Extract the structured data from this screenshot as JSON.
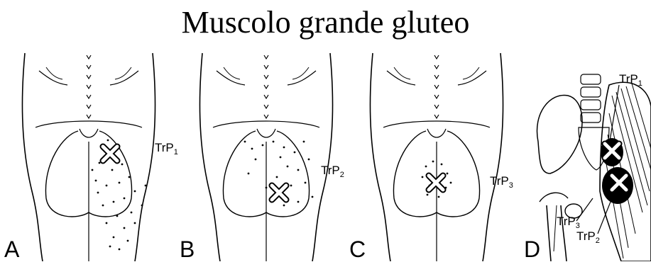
{
  "title": "Muscolo grande gluteo",
  "panels": [
    {
      "letter": "A",
      "trigger_point": {
        "label": "TrP",
        "index": "1"
      }
    },
    {
      "letter": "B",
      "trigger_point": {
        "label": "TrP",
        "index": "2"
      }
    },
    {
      "letter": "C",
      "trigger_point": {
        "label": "TrP",
        "index": "3"
      }
    },
    {
      "letter": "D",
      "trigger_points": [
        {
          "label": "TrP",
          "index": "1"
        },
        {
          "label": "TrP",
          "index": "3"
        },
        {
          "label": "TrP",
          "index": "2"
        }
      ]
    }
  ],
  "colors": {
    "ink": "#000000",
    "background": "#ffffff"
  }
}
